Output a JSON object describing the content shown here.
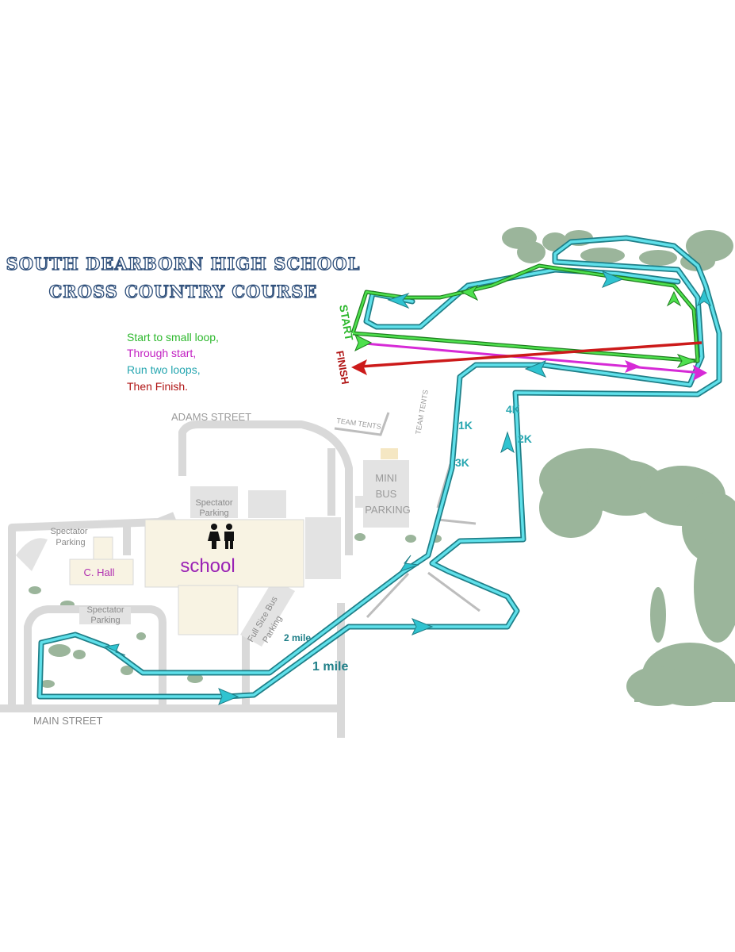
{
  "title": {
    "line1": "SOUTH DEARBORN HIGH SCHOOL",
    "line2": "CROSS COUNTRY COURSE"
  },
  "legend": [
    {
      "text": "Start to small loop,",
      "color": "#2db82d"
    },
    {
      "text": "Through start,",
      "color": "#c21fc2"
    },
    {
      "text": "Run two loops,",
      "color": "#26a6b0"
    },
    {
      "text": "Then Finish.",
      "color": "#b01515"
    }
  ],
  "labels": {
    "start": "START",
    "finish": "FINISH",
    "adams_street": "ADAMS STREET",
    "main_street": "MAIN STREET",
    "team_tents_1": "TEAM TENTS",
    "team_tents_2": "TEAM TENTS",
    "mini_bus_1": "MINI",
    "mini_bus_2": "BUS",
    "mini_bus_3": "PARKING",
    "spectator_parking_top_1": "Spectator",
    "spectator_parking_top_2": "Parking",
    "spectator_parking_left_1": "Spectator",
    "spectator_parking_left_2": "Parking",
    "spectator_parking_bottom_1": "Spectator",
    "spectator_parking_bottom_2": "Parking",
    "c_hall": "C. Hall",
    "school": "school",
    "full_size_bus_1": "Full Size Bus",
    "full_size_bus_2": "Parking",
    "two_mile": "2 mile",
    "one_mile": "1 mile",
    "k1": "1K",
    "k2": "2K",
    "k3": "3K",
    "k4": "4K"
  },
  "colors": {
    "course": "#2fc3d0",
    "course_dark": "#1f7f88",
    "green": "#2db82d",
    "magenta": "#d62ad6",
    "red": "#cc1a1a",
    "roads": "#d6d6d6",
    "trees": "#9bb59b",
    "building": "#f8f3e3",
    "title": "#2d4e7a"
  },
  "icons": {
    "restroom": "restroom-icon"
  }
}
